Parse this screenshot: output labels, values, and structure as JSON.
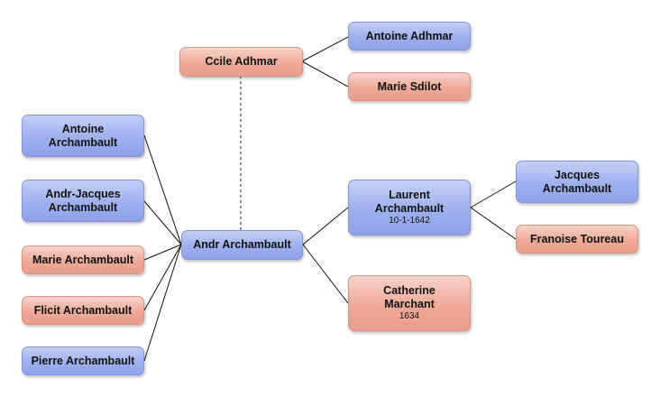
{
  "people": {
    "cecile": {
      "name": "Ccile Adhmar"
    },
    "antoine_adhemar": {
      "name": "Antoine Adhmar"
    },
    "marie_sedilot": {
      "name": "Marie Sdilot"
    },
    "antoine_archambault": {
      "name": "Antoine Archambault"
    },
    "andre_jacques": {
      "name": "Andr-Jacques Archambault"
    },
    "marie_archambault": {
      "name": "Marie Archambault"
    },
    "felicite": {
      "name": "Flicit Archambault"
    },
    "pierre": {
      "name": "Pierre Archambault"
    },
    "andre": {
      "name": "Andr Archambault"
    },
    "laurent": {
      "name": "Laurent Archambault",
      "date": "10-1-1642"
    },
    "catherine": {
      "name": "Catherine Marchant",
      "date": "1634"
    },
    "jacques": {
      "name": "Jacques Archambault"
    },
    "francoise": {
      "name": "Franoise Toureau"
    }
  },
  "colors": {
    "male": "#9db0ee",
    "female": "#eeaa97",
    "connector": "#111111",
    "spouse_connector": "#777777"
  }
}
